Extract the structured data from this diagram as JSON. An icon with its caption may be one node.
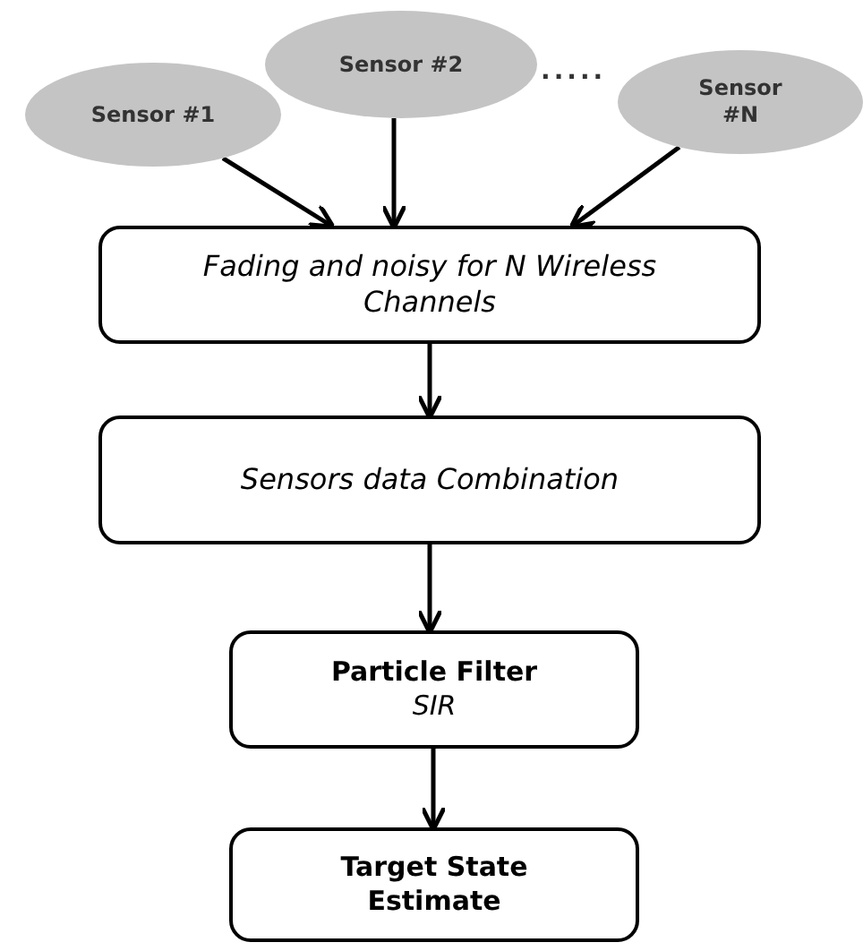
{
  "diagram": {
    "nodes": [
      {
        "text": [
          "Sensor #1"
        ]
      },
      {
        "text": [
          "Sensor #2"
        ]
      },
      {
        "text": [
          "Sensor #N"
        ]
      },
      {
        "text": [
          "Fading and noisy for N Wireless Channels"
        ]
      },
      {
        "text": [
          "Sensors data Combination"
        ]
      },
      {
        "text": [
          "Particle Filter",
          "SIR"
        ]
      },
      {
        "text": [
          "Target State Estimate"
        ]
      }
    ],
    "edges": [
      {
        "from": 0,
        "to": 3,
        "arrow": "to"
      },
      {
        "from": 1,
        "to": 3,
        "arrow": "to"
      },
      {
        "from": 2,
        "to": 3,
        "arrow": "to"
      },
      {
        "from": 3,
        "to": 4,
        "arrow": "to"
      },
      {
        "from": 4,
        "to": 5,
        "arrow": "to"
      },
      {
        "from": 5,
        "to": 6,
        "arrow": "to"
      }
    ],
    "labels": [
      "....."
    ]
  }
}
